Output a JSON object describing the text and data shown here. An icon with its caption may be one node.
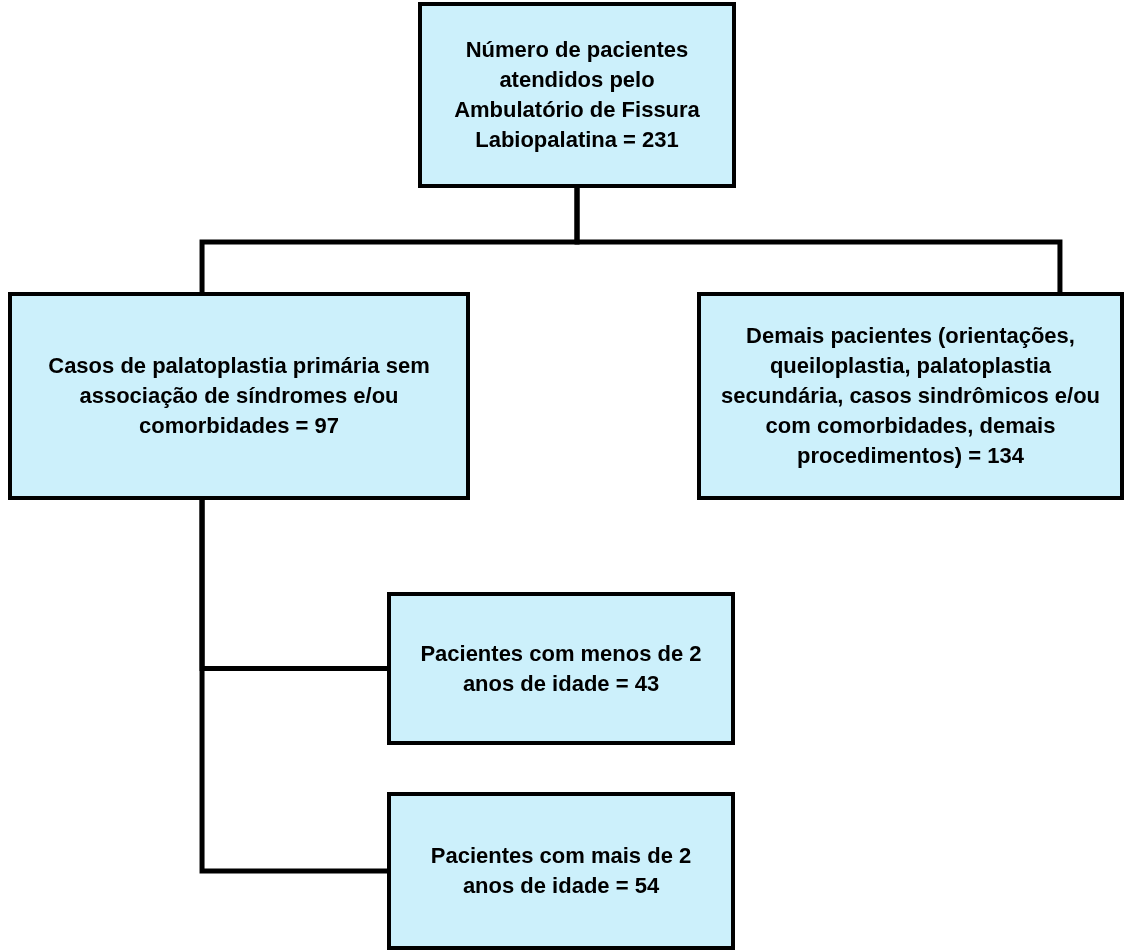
{
  "diagram": {
    "nodes": [
      {
        "text": [
          "Número de pacientes atendidos pelo Ambulatório de Fissura Labiopalatina = 231"
        ]
      },
      {
        "text": [
          "Casos de palatoplastia primária sem associação de síndromes e/ou comorbidades = 97"
        ]
      },
      {
        "text": [
          "Demais pacientes (orientações, queiloplastia, palatoplastia secundária, casos sindrômicos e/ou com comorbidades, demais procedimentos) = 134"
        ]
      },
      {
        "text": [
          "Pacientes com menos de 2 anos de idade = 43"
        ]
      },
      {
        "text": [
          "Pacientes com mais de 2 anos de idade = 54"
        ]
      }
    ],
    "edges": [
      {
        "from": 0,
        "to": 1,
        "arrow": "none"
      },
      {
        "from": 0,
        "to": 2,
        "arrow": "none"
      },
      {
        "from": 1,
        "to": 3,
        "arrow": "none"
      },
      {
        "from": 1,
        "to": 4,
        "arrow": "none"
      }
    ]
  }
}
